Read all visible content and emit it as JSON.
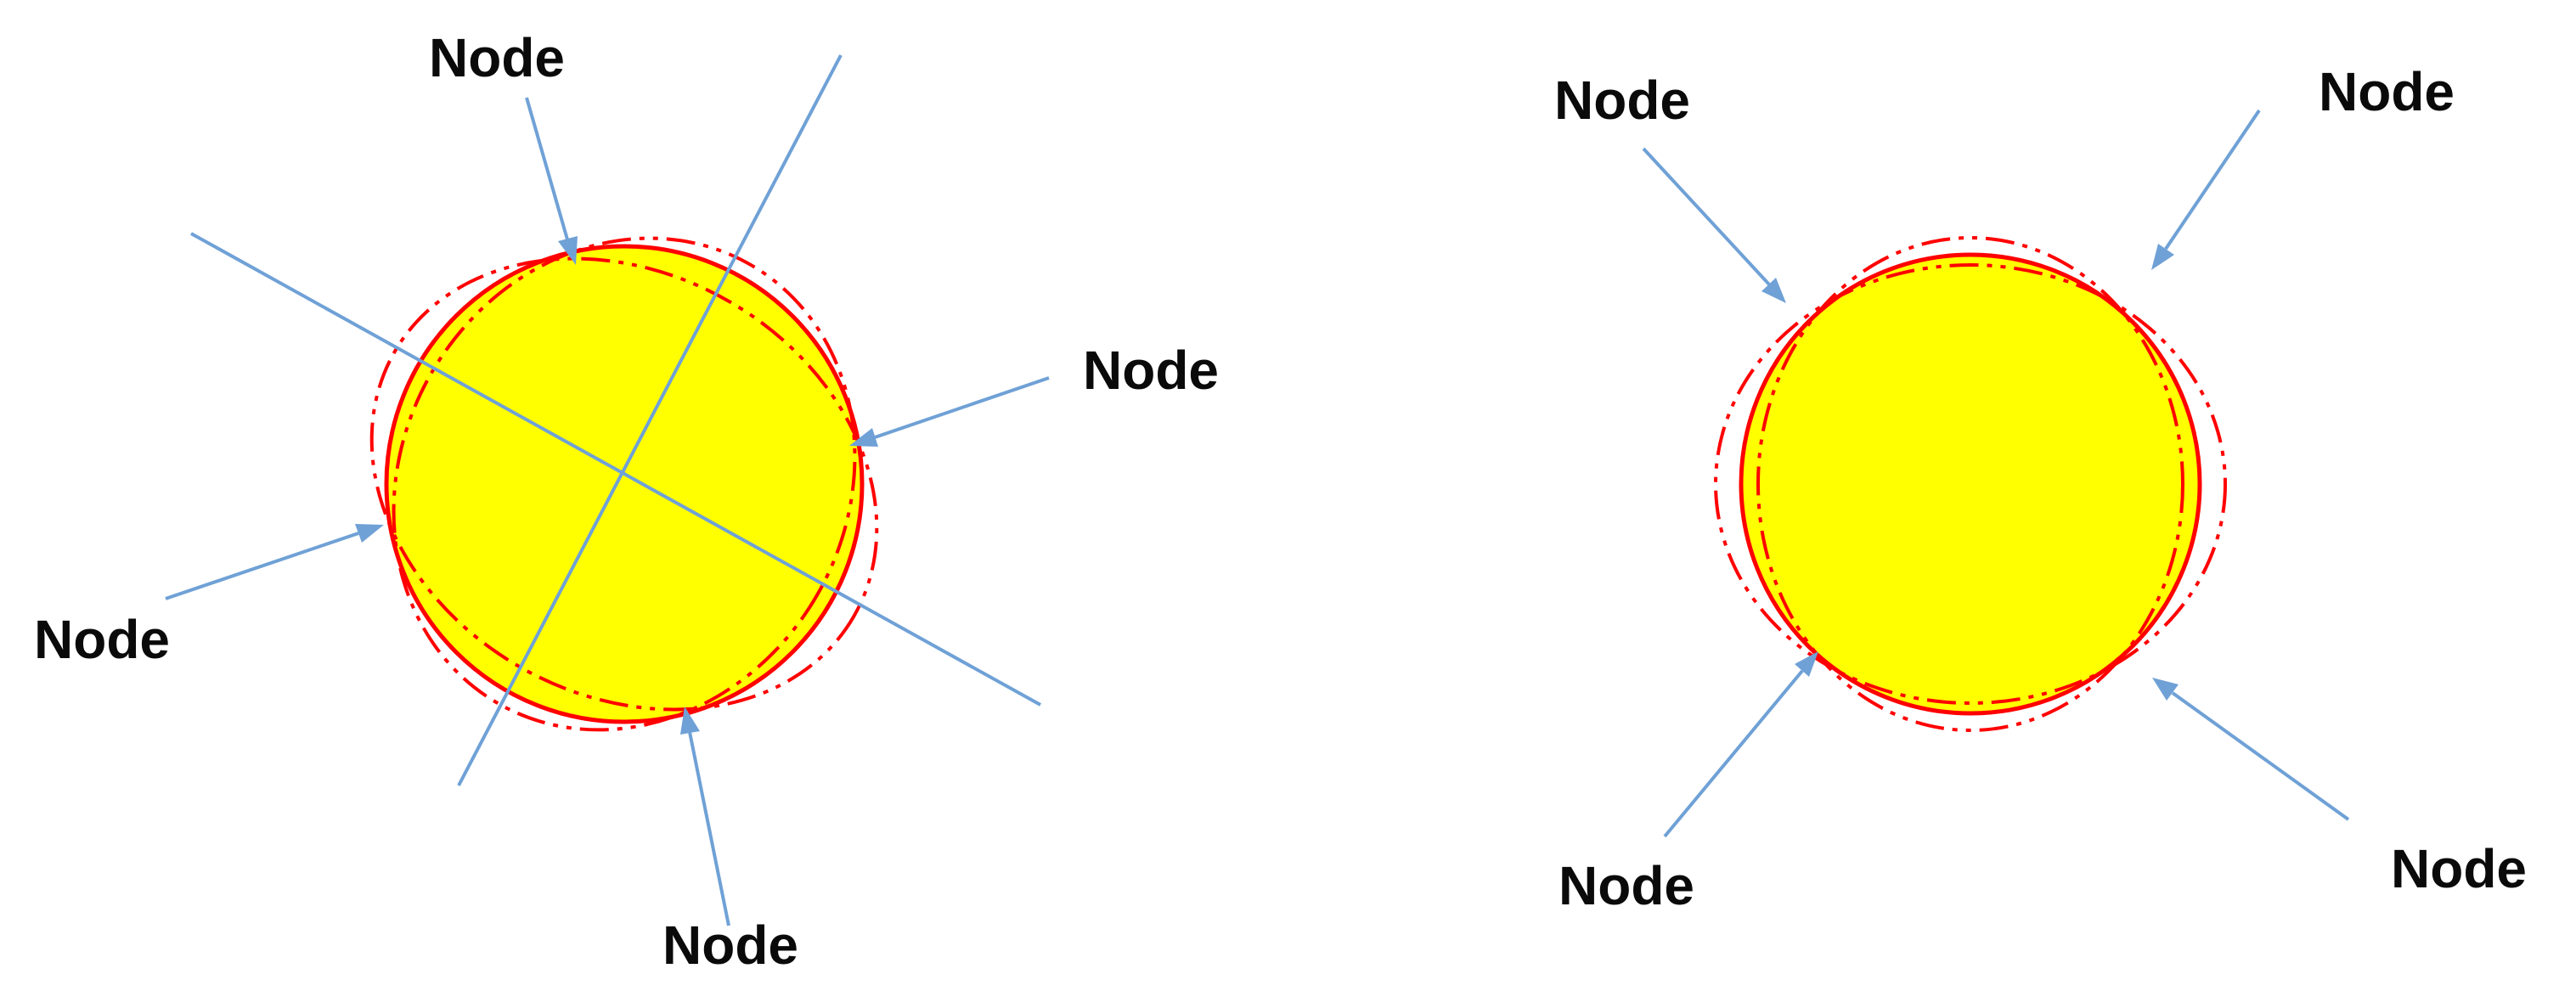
{
  "diagram": {
    "labels": {
      "left_top": "Node",
      "left_right": "Node",
      "left_left": "Node",
      "left_bottom": "Node",
      "right_top_left": "Node",
      "right_top_right": "Node",
      "right_bottom_left": "Node",
      "right_bottom_right": "Node"
    },
    "colors": {
      "fill": "#ffff00",
      "outline": "#ff0000",
      "arrows": "#6fa1d6",
      "text": "#0a0a0a"
    }
  }
}
